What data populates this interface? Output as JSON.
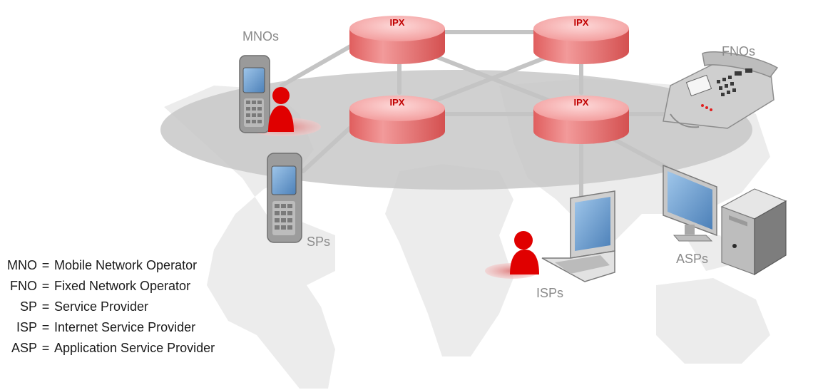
{
  "nodes": {
    "ipx_label": "IPX"
  },
  "participants": {
    "mnos": "MNOs",
    "fnos": "FNOs",
    "sps": "SPs",
    "isps": "ISPs",
    "asps": "ASPs"
  },
  "legend": [
    {
      "abbr": "MNO",
      "meaning": "Mobile Network Operator"
    },
    {
      "abbr": "FNO",
      "meaning": "Fixed Network Operator"
    },
    {
      "abbr": "SP",
      "meaning": "Service Provider"
    },
    {
      "abbr": "ISP",
      "meaning": "Internet Service Provider"
    },
    {
      "abbr": "ASP",
      "meaning": "Application Service Provider"
    }
  ],
  "colors": {
    "ipx_fill": "#f08080",
    "ipx_top": "#f9b4b4",
    "ipx_text": "#c00000",
    "person": "#e00000",
    "ellipse": "#c8c8c8",
    "map": "#ececec",
    "link": "#c4c4c4",
    "label": "#8a8a8a"
  },
  "icons": [
    "mobile-phone-icon",
    "person-icon",
    "desk-phone-icon",
    "laptop-icon",
    "monitor-icon",
    "pc-tower-icon",
    "world-map-icon"
  ]
}
